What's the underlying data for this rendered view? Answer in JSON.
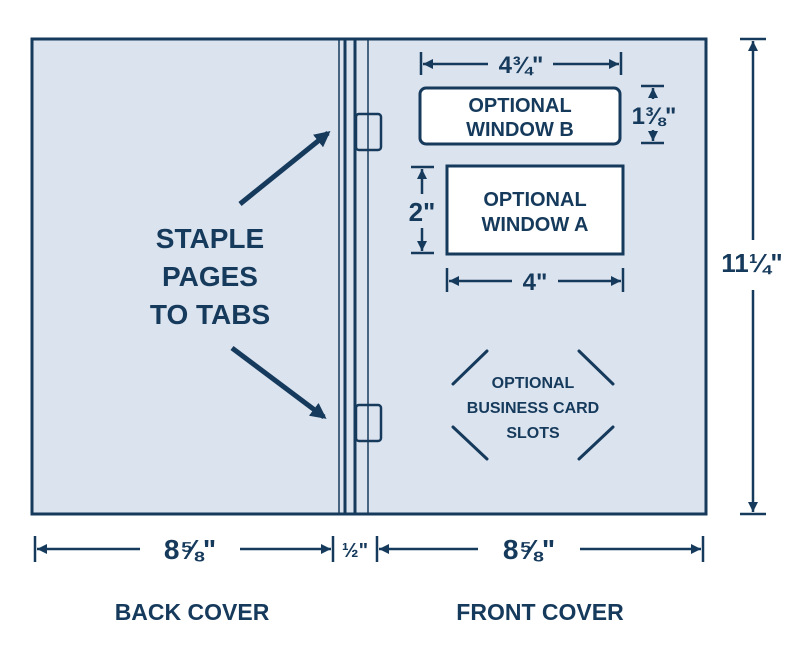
{
  "colors": {
    "ink": "#163a5c",
    "panel": "#dbe3ee",
    "window_fill": "#ffffff",
    "background": "#ffffff"
  },
  "labels": {
    "staple_line1": "STAPLE",
    "staple_line2": "PAGES",
    "staple_line3": "TO TABS",
    "window_b_line1": "OPTIONAL",
    "window_b_line2": "WINDOW B",
    "window_a_line1": "OPTIONAL",
    "window_a_line2": "WINDOW A",
    "card_line1": "OPTIONAL",
    "card_line2": "BUSINESS CARD",
    "card_line3": "SLOTS",
    "back_cover": "BACK COVER",
    "front_cover": "FRONT COVER"
  },
  "dimensions": {
    "window_b_width": "4¾\"",
    "window_b_height": "1⅜\"",
    "window_a_height": "2\"",
    "window_a_width": "4\"",
    "total_height": "11¼\"",
    "back_width": "8⅝\"",
    "spine_width": "½\"",
    "front_width": "8⅝\""
  }
}
